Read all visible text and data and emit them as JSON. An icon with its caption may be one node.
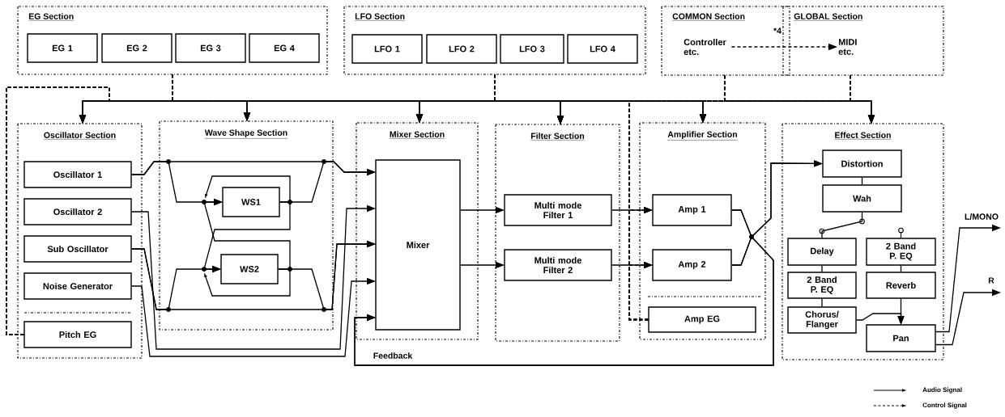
{
  "diagram": {
    "nodes": [
      {
        "text": [
          "EG Section"
        ]
      },
      {
        "text": [
          "EG 1"
        ],
        "in": 0
      },
      {
        "text": [
          "EG 2"
        ],
        "in": 0
      },
      {
        "text": [
          "EG 3"
        ],
        "in": 0
      },
      {
        "text": [
          "EG 4"
        ],
        "in": 0
      },
      {
        "text": [
          "LFO Section"
        ]
      },
      {
        "text": [
          "LFO 1"
        ],
        "in": 5
      },
      {
        "text": [
          "LFO 2"
        ],
        "in": 5
      },
      {
        "text": [
          "LFO 3"
        ],
        "in": 5
      },
      {
        "text": [
          "LFO 4"
        ],
        "in": 5
      },
      {
        "text": [
          "COMMON Section"
        ]
      },
      {
        "text": [
          "Controller etc."
        ],
        "in": 10
      },
      {
        "text": [
          "GLOBAL Section"
        ]
      },
      {
        "text": [
          "MIDI etc."
        ],
        "in": 12
      },
      {
        "text": [
          "Oscillator Section"
        ]
      },
      {
        "text": [
          "Oscillator 1"
        ],
        "in": 14
      },
      {
        "text": [
          "Oscillator 2"
        ],
        "in": 14
      },
      {
        "text": [
          "Sub Oscillator"
        ],
        "in": 14
      },
      {
        "text": [
          "Noise Generator"
        ],
        "in": 14
      },
      {
        "text": [
          "Pitch EG"
        ],
        "in": 14
      },
      {
        "text": [
          "Wave Shape Section"
        ]
      },
      {
        "text": [
          "WS1"
        ],
        "in": 20
      },
      {
        "text": [
          "WS2"
        ],
        "in": 20
      },
      {
        "text": [
          "Mixer Section"
        ]
      },
      {
        "text": [
          "Mixer"
        ],
        "in": 23
      },
      {
        "text": [
          "Filter Section"
        ]
      },
      {
        "text": [
          "Multi mode Filter 1"
        ],
        "in": 25
      },
      {
        "text": [
          "Multi mode Filter 2"
        ],
        "in": 25
      },
      {
        "text": [
          "Amplifier Section"
        ]
      },
      {
        "text": [
          "Amp 1"
        ],
        "in": 28
      },
      {
        "text": [
          "Amp 2"
        ],
        "in": 28
      },
      {
        "text": [
          "Amp EG"
        ],
        "in": 28
      },
      {
        "text": [
          "Effect Section"
        ]
      },
      {
        "text": [
          "Distortion"
        ],
        "in": 32
      },
      {
        "text": [
          "Wah"
        ],
        "in": 32
      },
      {
        "text": [
          "Delay"
        ],
        "in": 32
      },
      {
        "text": [
          "2 Band P. EQ"
        ],
        "in": 32
      },
      {
        "text": [
          "2 Band P. EQ"
        ],
        "in": 32
      },
      {
        "text": [
          "Reverb"
        ],
        "in": 32
      },
      {
        "text": [
          "Chorus/ Flanger"
        ],
        "in": 32
      },
      {
        "text": [
          "Pan"
        ],
        "in": 32
      }
    ],
    "edges": [
      {
        "from": 15,
        "to": 24,
        "arrow": "to"
      },
      {
        "from": 15,
        "to": 21,
        "arrow": "to"
      },
      {
        "from": 21,
        "to": 24,
        "arrow": "to"
      },
      {
        "from": 21,
        "to": 22,
        "arrow": "to"
      },
      {
        "from": 22,
        "to": 21,
        "arrow": "to"
      },
      {
        "from": 17,
        "to": 22,
        "arrow": "to"
      },
      {
        "from": 17,
        "to": 24,
        "arrow": "to"
      },
      {
        "from": 22,
        "to": 24,
        "arrow": "to"
      },
      {
        "from": 16,
        "to": 24,
        "arrow": "to"
      },
      {
        "from": 18,
        "to": 24,
        "arrow": "to"
      },
      {
        "from": 24,
        "to": 26,
        "arrow": "to"
      },
      {
        "from": 24,
        "to": 27,
        "arrow": "to"
      },
      {
        "from": 26,
        "to": 29,
        "arrow": "to"
      },
      {
        "from": 27,
        "to": 30,
        "arrow": "to"
      },
      {
        "from": 29,
        "to": 33,
        "arrow": "to"
      },
      {
        "from": 30,
        "to": 33,
        "arrow": "to"
      },
      {
        "from": 29,
        "to": 24,
        "arrow": "to",
        "label": "Feedback"
      },
      {
        "from": 30,
        "to": 24,
        "arrow": "to"
      },
      {
        "from": 33,
        "to": 34,
        "arrow": "none"
      },
      {
        "from": 34,
        "to": 35,
        "arrow": "none"
      },
      {
        "from": 35,
        "to": 37,
        "arrow": "none"
      },
      {
        "from": 37,
        "to": 39,
        "arrow": "none"
      },
      {
        "from": 36,
        "to": 38,
        "arrow": "none"
      },
      {
        "from": 38,
        "to": 40,
        "arrow": "to"
      },
      {
        "from": 39,
        "to": 40,
        "arrow": "to"
      },
      {
        "from": 40,
        "to": null,
        "arrow": "to",
        "label": "L/MONO"
      },
      {
        "from": 40,
        "to": null,
        "arrow": "to",
        "label": "R"
      },
      {
        "from": 11,
        "to": 13,
        "arrow": "to",
        "style": "dashed",
        "label": "*4"
      },
      {
        "from": 0,
        "to": 14,
        "arrow": "to",
        "style": "dashed"
      },
      {
        "from": 0,
        "to": 20,
        "arrow": "to",
        "style": "dashed"
      },
      {
        "from": 0,
        "to": 23,
        "arrow": "to",
        "style": "dashed"
      },
      {
        "from": 0,
        "to": 25,
        "arrow": "to",
        "style": "dashed"
      },
      {
        "from": 0,
        "to": 28,
        "arrow": "to",
        "style": "dashed"
      },
      {
        "from": 0,
        "to": 32,
        "arrow": "to",
        "style": "dashed"
      },
      {
        "from": 5,
        "to": 14,
        "arrow": "to",
        "style": "dashed"
      },
      {
        "from": 5,
        "to": 20,
        "arrow": "to",
        "style": "dashed"
      },
      {
        "from": 5,
        "to": 23,
        "arrow": "to",
        "style": "dashed"
      },
      {
        "from": 5,
        "to": 25,
        "arrow": "to",
        "style": "dashed"
      },
      {
        "from": 5,
        "to": 28,
        "arrow": "to",
        "style": "dashed"
      },
      {
        "from": 5,
        "to": 32,
        "arrow": "to",
        "style": "dashed"
      },
      {
        "from": 10,
        "to": 14,
        "arrow": "to",
        "style": "dashed"
      },
      {
        "from": 10,
        "to": 20,
        "arrow": "to",
        "style": "dashed"
      },
      {
        "from": 10,
        "to": 23,
        "arrow": "to",
        "style": "dashed"
      },
      {
        "from": 10,
        "to": 25,
        "arrow": "to",
        "style": "dashed"
      },
      {
        "from": 10,
        "to": 28,
        "arrow": "to",
        "style": "dashed"
      },
      {
        "from": 10,
        "to": 32,
        "arrow": "to",
        "style": "dashed"
      },
      {
        "from": 12,
        "to": 14,
        "arrow": "to",
        "style": "dashed"
      },
      {
        "from": 12,
        "to": 20,
        "arrow": "to",
        "style": "dashed"
      },
      {
        "from": 12,
        "to": 23,
        "arrow": "to",
        "style": "dashed"
      },
      {
        "from": 12,
        "to": 25,
        "arrow": "to",
        "style": "dashed"
      },
      {
        "from": 12,
        "to": 28,
        "arrow": "to",
        "style": "dashed"
      },
      {
        "from": 12,
        "to": 32,
        "arrow": "to",
        "style": "dashed"
      },
      {
        "from": 19,
        "to": 14,
        "arrow": "to",
        "style": "dashed"
      },
      {
        "from": 19,
        "to": 20,
        "arrow": "to",
        "style": "dashed"
      },
      {
        "from": 19,
        "to": 23,
        "arrow": "to",
        "style": "dashed"
      },
      {
        "from": 19,
        "to": 25,
        "arrow": "to",
        "style": "dashed"
      },
      {
        "from": 19,
        "to": 28,
        "arrow": "to",
        "style": "dashed"
      },
      {
        "from": 19,
        "to": 32,
        "arrow": "to",
        "style": "dashed"
      },
      {
        "from": 31,
        "to": 14,
        "arrow": "to",
        "style": "dashed"
      },
      {
        "from": 31,
        "to": 20,
        "arrow": "to",
        "style": "dashed"
      },
      {
        "from": 31,
        "to": 23,
        "arrow": "to",
        "style": "dashed"
      },
      {
        "from": 31,
        "to": 25,
        "arrow": "to",
        "style": "dashed"
      },
      {
        "from": 31,
        "to": 28,
        "arrow": "to",
        "style": "dashed"
      },
      {
        "from": 31,
        "to": 32,
        "arrow": "to",
        "style": "dashed"
      },
      {
        "from": 31,
        "to": 29,
        "arrow": "to",
        "style": "dashed"
      },
      {
        "from": 31,
        "to": 30,
        "arrow": "to",
        "style": "dashed"
      }
    ],
    "legend": [
      {
        "text": "Audio Signal"
      },
      {
        "text": "Control Signal"
      }
    ]
  }
}
